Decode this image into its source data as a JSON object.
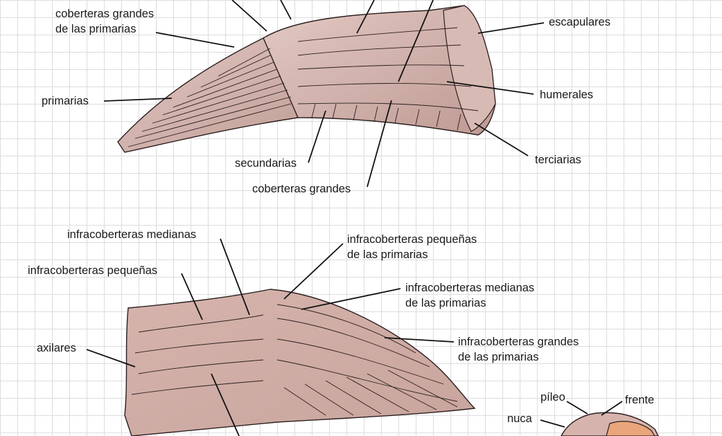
{
  "upper_wing": {
    "labels": {
      "coberteras_grandes_primarias": [
        "coberteras grandes",
        "de las primarias"
      ],
      "primarias": "primarias",
      "escapulares": "escapulares",
      "humerales": "humerales",
      "terciarias": "terciarias",
      "secundarias": "secundarias",
      "coberteras_grandes": "coberteras grandes"
    }
  },
  "under_wing": {
    "labels": {
      "infracoberteras_medianas": "infracoberteras medianas",
      "infracoberteras_pequenas": "infracoberteras pequeñas",
      "infracoberteras_pequenas_primarias": [
        "infracoberteras pequeñas",
        "de las primarias"
      ],
      "infracoberteras_medianas_primarias": [
        "infracoberteras medianas",
        "de las primarias"
      ],
      "infracoberteras_grandes_primarias": [
        "infracoberteras grandes",
        "de las primarias"
      ],
      "axilares": "axilares"
    }
  },
  "head": {
    "labels": {
      "pileo": "píleo",
      "frente": "frente",
      "nuca": "nuca"
    }
  },
  "colors": {
    "feather_fill": "#c9a7a1",
    "feather_light": "#e3c9c3",
    "outline": "#2a1e1e",
    "leader": "#111111",
    "grid": "#dcdcdc",
    "bill": "#e8a67a"
  }
}
